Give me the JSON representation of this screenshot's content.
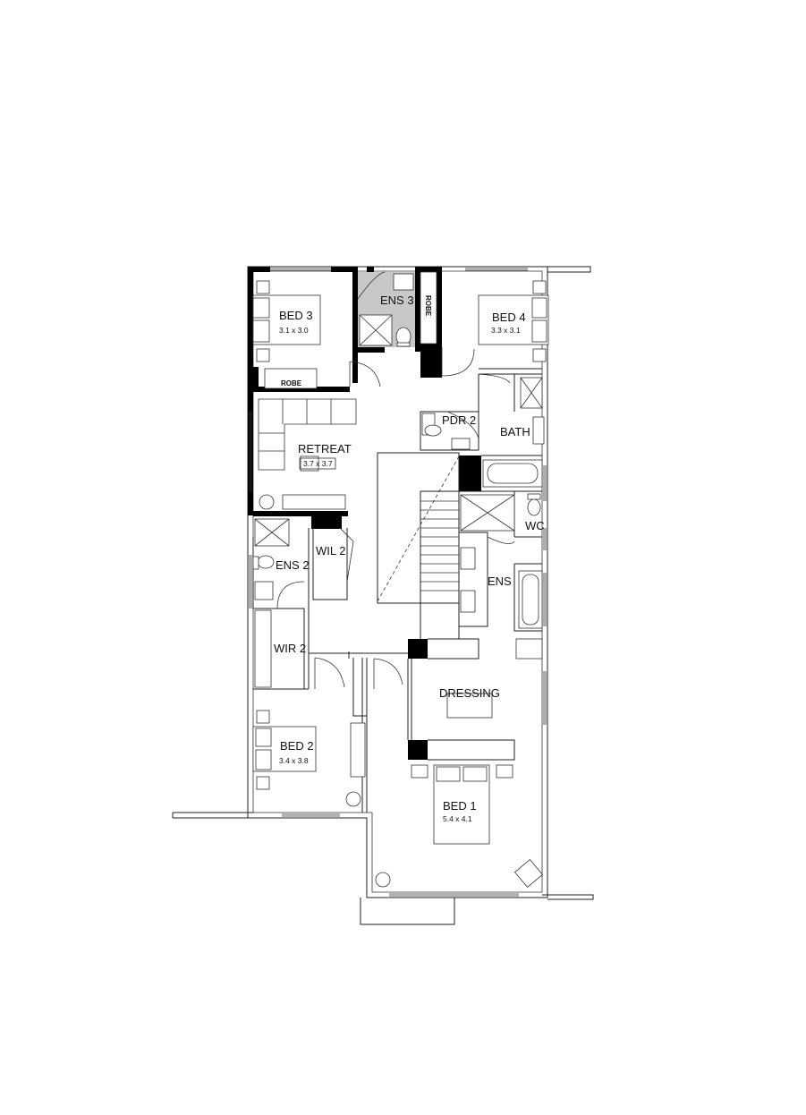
{
  "rooms": {
    "bed3": {
      "name": "BED 3",
      "size": "3.1 x 3.0"
    },
    "ens3": {
      "name": "ENS 3"
    },
    "robe_right": {
      "name": "ROBE"
    },
    "robe_bottom": {
      "name": "ROBE"
    },
    "bed4": {
      "name": "BED 4",
      "size": "3.3 x 3.1"
    },
    "retreat": {
      "name": "RETREAT",
      "size": "3.7 x 3.7"
    },
    "pdr2": {
      "name": "PDR 2"
    },
    "bath": {
      "name": "BATH"
    },
    "wc": {
      "name": "WC"
    },
    "wil2": {
      "name": "WIL 2"
    },
    "ens2": {
      "name": "ENS 2"
    },
    "ens": {
      "name": "ENS"
    },
    "wir2": {
      "name": "WIR 2"
    },
    "dressing": {
      "name": "DRESSING"
    },
    "bed2": {
      "name": "BED 2",
      "size": "3.4 x 3.8"
    },
    "bed1": {
      "name": "BED 1",
      "size": "5.4 x 4.1"
    }
  },
  "colors": {
    "wall": "#000000",
    "wet_area": "#c8c8c8",
    "line": "#222222"
  }
}
